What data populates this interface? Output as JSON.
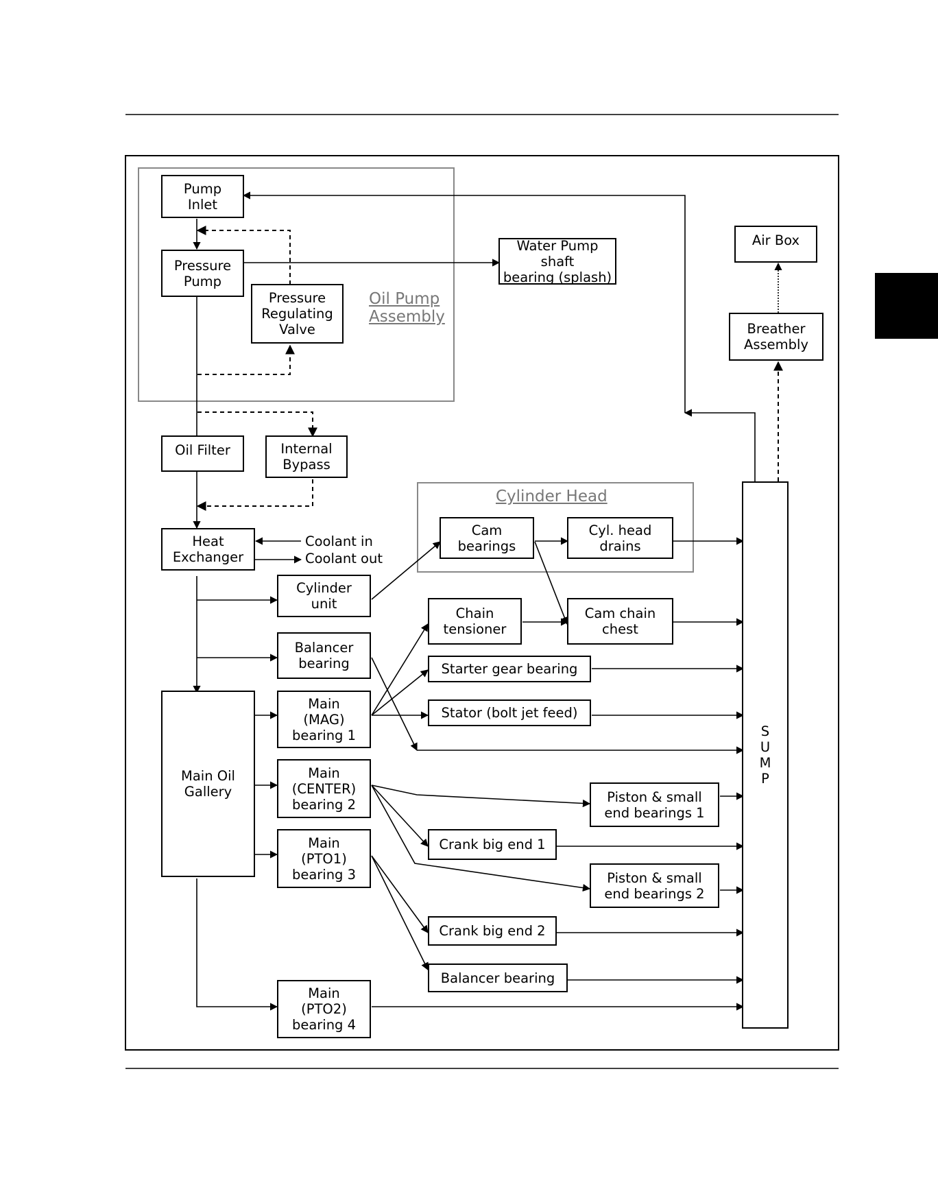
{
  "groups": {
    "oil_pump_assembly": "Oil Pump\nAssembly",
    "cylinder_head": "Cylinder Head"
  },
  "nodes": {
    "pump_inlet": "Pump\nInlet",
    "pressure_pump": "Pressure\nPump",
    "pressure_regulating_valve": "Pressure\nRegulating\nValve",
    "water_pump_shaft_bearing": "Water Pump shaft\nbearing (splash)",
    "air_box": "Air Box",
    "breather_assembly": "Breather\nAssembly",
    "oil_filter": "Oil Filter",
    "internal_bypass": "Internal\nBypass",
    "heat_exchanger": "Heat\nExchanger",
    "cam_bearings": "Cam\nbearings",
    "cyl_head_drains": "Cyl. head\ndrains",
    "cylinder_unit": "Cylinder\nunit",
    "chain_tensioner": "Chain\ntensioner",
    "cam_chain_chest": "Cam chain\nchest",
    "balancer_bearing_1": "Balancer\nbearing",
    "starter_gear_bearing": "Starter gear bearing",
    "main_mag_bearing_1": "Main\n(MAG)\nbearing 1",
    "stator_bolt_jet_feed": "Stator (bolt jet feed)",
    "main_oil_gallery": "Main Oil\nGallery",
    "main_center_bearing_2": "Main\n(CENTER)\nbearing 2",
    "piston_small_end_1": "Piston & small\nend bearings 1",
    "crank_big_end_1": "Crank big end 1",
    "main_pto1_bearing_3": "Main\n(PTO1)\nbearing 3",
    "piston_small_end_2": "Piston & small\nend bearings 2",
    "crank_big_end_2": "Crank big end 2",
    "balancer_bearing_2": "Balancer bearing",
    "main_pto2_bearing_4": "Main\n(PTO2)\nbearing 4",
    "sump": "S\nU\nM\nP"
  },
  "labels": {
    "coolant_in": "Coolant in",
    "coolant_out": "Coolant out"
  }
}
